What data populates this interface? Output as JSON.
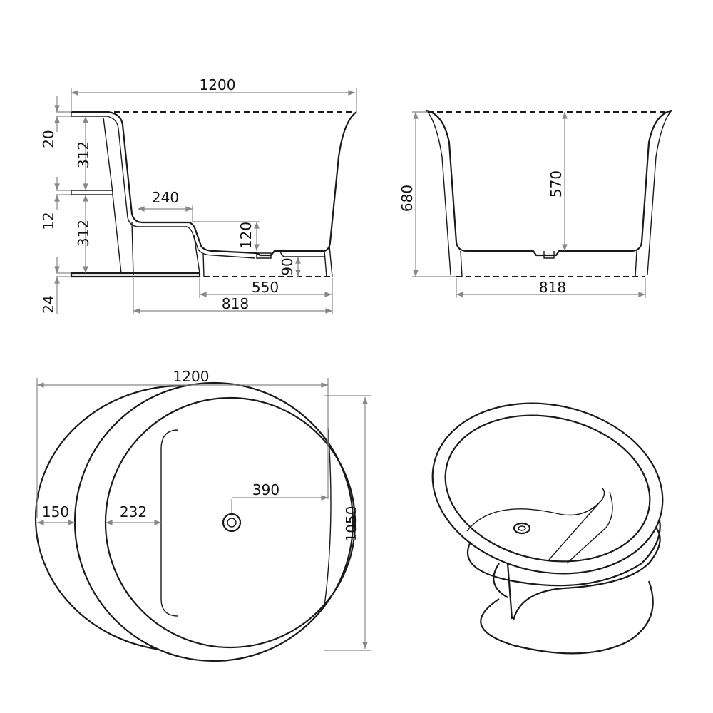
{
  "side_view": {
    "overall_length": "1200",
    "rim_thickness": "20",
    "upper_step_height": "312",
    "middle_shelf_thickness": "12",
    "lower_step_height": "312",
    "base_thickness": "24",
    "seat_depth": "240",
    "seat_to_floor_height": "120",
    "floor_clearance": "90",
    "bottom_inner_length": "550",
    "bottom_outer_length": "818"
  },
  "front_view": {
    "total_height": "680",
    "inner_depth": "570",
    "base_width": "818"
  },
  "top_view": {
    "overall_length": "1200",
    "overall_width": "1050",
    "rim_width": "150",
    "seat_width": "232",
    "drain_offset": "390"
  }
}
